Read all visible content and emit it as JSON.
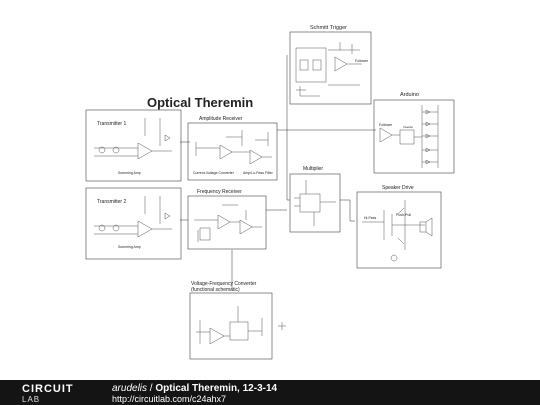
{
  "schematic": {
    "title": "Optical Theremin",
    "blocks": {
      "schmitt": {
        "label": "Schmitt Trigger",
        "sub": "Follower"
      },
      "arduino": {
        "label": "Arduino",
        "sub1": "Follower",
        "sub2": "Inverter"
      },
      "tx1": {
        "label": "Transmitter 1",
        "sub": "Summing Amp"
      },
      "amp": {
        "label": "Amplitude Receiver",
        "sub1": "Current-Voltage Converter",
        "sub2": "Amp/Lo-Pass Filter"
      },
      "mult": {
        "label": "Multiplier"
      },
      "tx2": {
        "label": "Transmitter 2",
        "sub": "Summing Amp"
      },
      "freq": {
        "label": "Frequency Receiver"
      },
      "spk": {
        "label": "Speaker Drive",
        "sub1": "Hi-Pass",
        "sub2": "Push-Pull"
      },
      "vfc": {
        "label1": "Voltage-Frequency Converter",
        "label2": "(functional schematic)"
      }
    }
  },
  "footer": {
    "logo_top": "CIRCUIT",
    "logo_bottom": "LAB",
    "author": "arudelis",
    "separator": " / ",
    "project": "Optical Theremin, 12-3-14",
    "url": "http://circuitlab.com/c24ahx7"
  }
}
